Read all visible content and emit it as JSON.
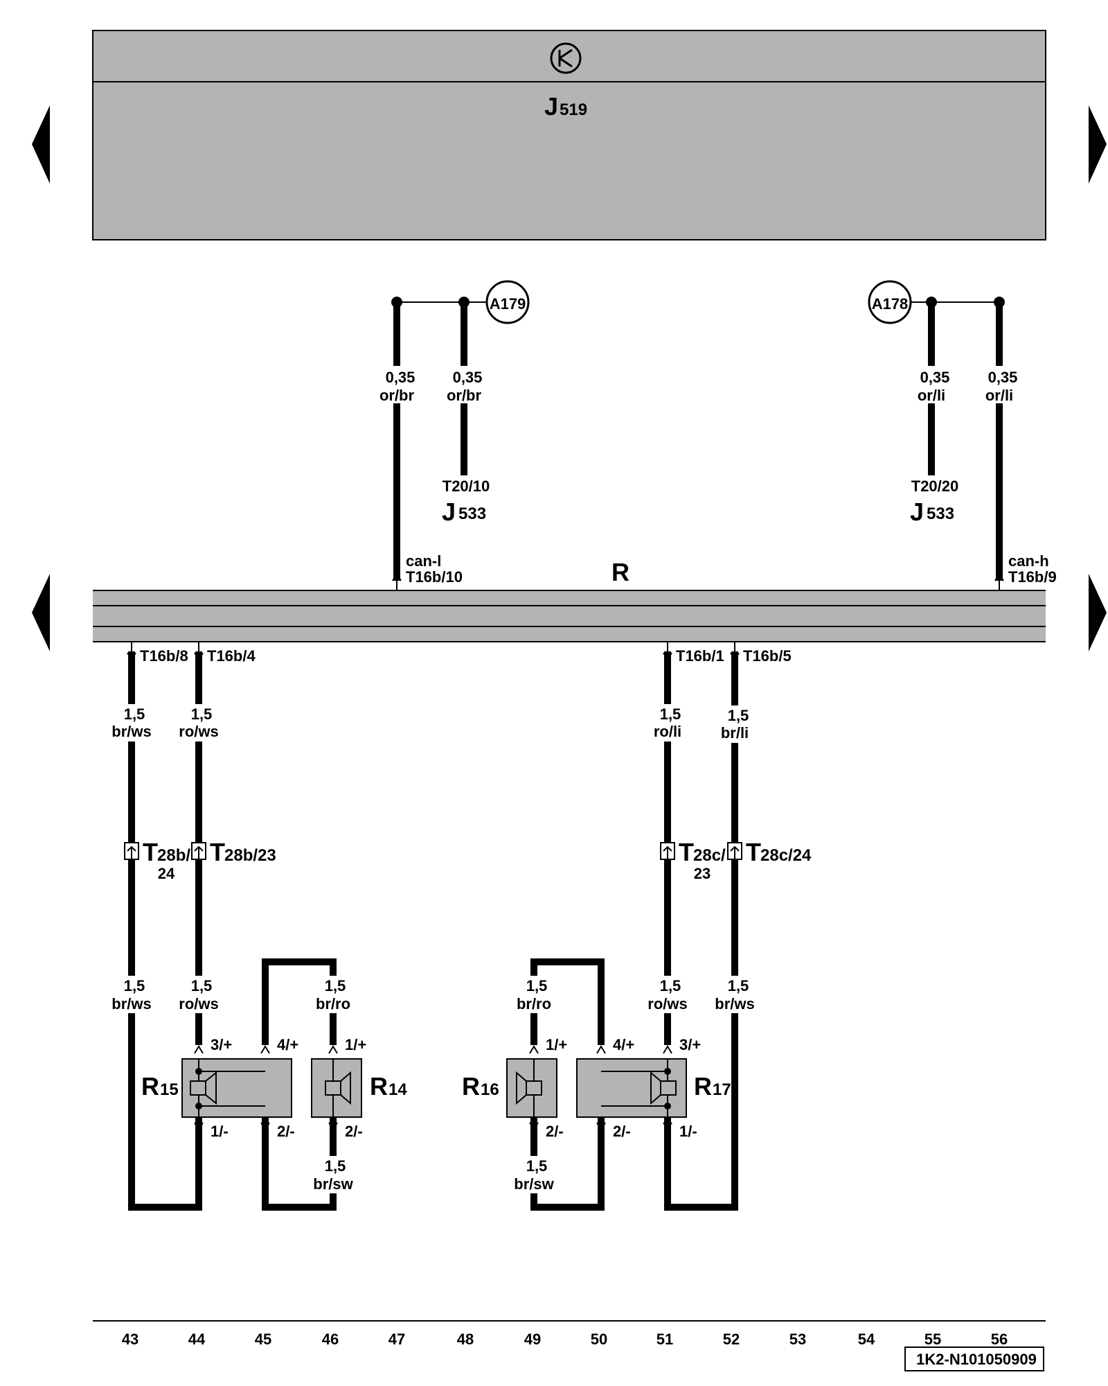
{
  "top_module": {
    "name": "J",
    "sub": "519"
  },
  "bus": {
    "name": "R"
  },
  "ground_points": [
    {
      "id": "A179"
    },
    {
      "id": "A178"
    }
  ],
  "wires_top": [
    {
      "size": "0,35",
      "color": "or/br"
    },
    {
      "size": "0,35",
      "color": "or/br"
    },
    {
      "size": "0,35",
      "color": "or/li"
    },
    {
      "size": "0,35",
      "color": "or/li"
    }
  ],
  "connectors_top": [
    {
      "pin": "T20/10",
      "module": "J",
      "module_sub": "533"
    },
    {
      "pin": "T20/20",
      "module": "J",
      "module_sub": "533"
    }
  ],
  "bus_pins_top": [
    {
      "signal": "can-l",
      "pin": "T16b/10"
    },
    {
      "signal": "can-h",
      "pin": "T16b/9"
    }
  ],
  "bus_pins_bottom": [
    "T16b/8",
    "T16b/4",
    "T16b/1",
    "T16b/5"
  ],
  "wires_mid": [
    {
      "size": "1,5",
      "color": "br/ws"
    },
    {
      "size": "1,5",
      "color": "ro/ws"
    },
    {
      "size": "1,5",
      "color": "ro/li"
    },
    {
      "size": "1,5",
      "color": "br/li"
    }
  ],
  "connectors_mid": [
    {
      "letter": "T",
      "pin_a": "28b/",
      "pin_b": "24"
    },
    {
      "letter": "T",
      "pin_a": "28b/23",
      "pin_b": ""
    },
    {
      "letter": "T",
      "pin_a": "28c/",
      "pin_b": "23"
    },
    {
      "letter": "T",
      "pin_a": "28c/24",
      "pin_b": ""
    }
  ],
  "wires_low": [
    {
      "size": "1,5",
      "color": "br/ws"
    },
    {
      "size": "1,5",
      "color": "ro/ws"
    },
    {
      "size": "1,5",
      "color": "br/ro"
    },
    {
      "size": "1,5",
      "color": "br/ro"
    },
    {
      "size": "1,5",
      "color": "ro/ws"
    },
    {
      "size": "1,5",
      "color": "br/ws"
    }
  ],
  "wires_bottom": [
    {
      "size": "1,5",
      "color": "br/sw"
    },
    {
      "size": "1,5",
      "color": "br/sw"
    }
  ],
  "speakers": [
    {
      "name": "R",
      "sub": "15"
    },
    {
      "name": "R",
      "sub": "14"
    },
    {
      "name": "R",
      "sub": "16"
    },
    {
      "name": "R",
      "sub": "17"
    }
  ],
  "speaker_pins": [
    "3/+",
    "4/+",
    "1/+",
    "1/+",
    "4/+",
    "3/+",
    "1/-",
    "2/-",
    "2/-",
    "2/-",
    "2/-",
    "1/-"
  ],
  "columns": [
    "43",
    "44",
    "45",
    "46",
    "47",
    "48",
    "49",
    "50",
    "51",
    "52",
    "53",
    "54",
    "55",
    "56"
  ],
  "diagram_id": "1K2-N101050909"
}
